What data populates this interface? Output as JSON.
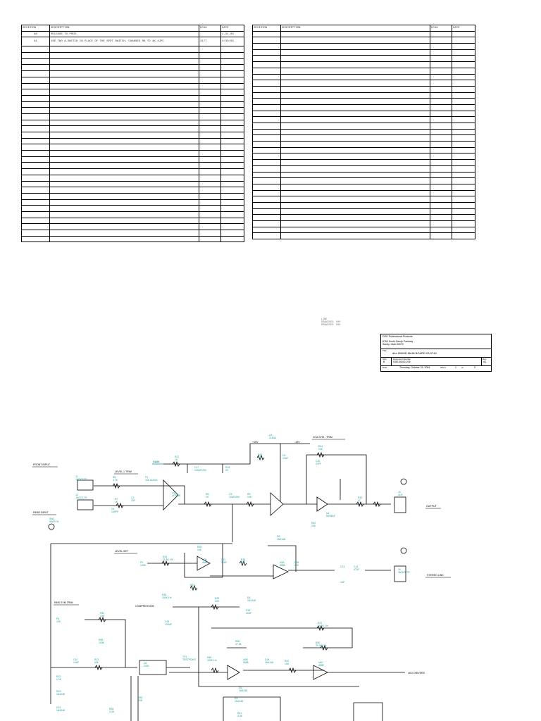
{
  "revision_tables": {
    "headers": [
      "REVISION",
      "DESCRIPTION",
      "ECO#",
      "DATE"
    ],
    "left_rows": [
      {
        "revision": "A0",
        "description": "RELEASE TO PROD.",
        "eco": "",
        "date": "1-31-03"
      },
      {
        "revision": "A1",
        "description": "USE TWO A-SWITCH IN PLACE OF THE SPDT SWITCH, CHANGED R6 TO 4K.4JPC",
        "eco": "2177",
        "date": "4/30/03"
      }
    ],
    "empty_rows": 33
  },
  "lines_note": [
    "LINE",
    "DRAWINGS: 000",
    "DRAWINGS: 000"
  ],
  "title_block": {
    "company": "DOD Professional Products",
    "address_1": "8760 South Sandy Parkway",
    "address_2": "Sandy, Utah 84070",
    "title_label": "Title",
    "title": "dbx 163MD MAIN BOARD  03-0749",
    "size_label": "Size",
    "size": "B",
    "doc_label": "Document Number",
    "doc": "035134042-206",
    "rev_label": "Rev",
    "rev": "A1",
    "date_label": "Date:",
    "date": "Thursday, October 21, 2004",
    "sheet_label": "Sheet",
    "sheet": "1",
    "of": "of",
    "sheet_total": "2"
  },
  "schematic": {
    "section_labels": {
      "input": "FRONT INPUT",
      "rear_input": "REAR INPUT",
      "level_trim": "LEVEL 1 TRIM",
      "level_set": "LEVEL SET",
      "vca_trim": "VCA SYM - TRIM",
      "output": "OUTPUT",
      "output2": "STEREO LINK",
      "rms_trim": "RMS SYM TRIM",
      "compression": "COMPRESSION",
      "led": "LED DRIVERS"
    },
    "gain_label": "GAIN",
    "rails": [
      "+15V",
      "-15V"
    ],
    "parts": {
      "j1": "J1",
      "j1v": "JACKS-TS",
      "j2": "J2",
      "j2v": "JACKS-TS",
      "r6": "R6",
      "r6v": "4.7K",
      "p1": "P1",
      "p1v": "10K AUDIO",
      "r17": "R17",
      "r17v": "1K",
      "c17": "C17",
      "c17v": "100UF/25V",
      "r18": "R18",
      "r18v": "22",
      "u1a": "U1A",
      "u1av": "LF353N",
      "r7": "R7",
      "r7v": "1K",
      "c3": "C3",
      "c3v": "1UF",
      "c4": "C4",
      "c4v": "100PF",
      "r8": "R8",
      "r8v": "1K",
      "c5": "C5",
      "c5v": "10UF/25V",
      "r9": "R9",
      "r9v": "10K",
      "r20": "R20",
      "r20v": "4.7K",
      "c6": "C6",
      "c6v": "10UF",
      "u3": "U3",
      "u3v": "2150A",
      "r44": "R44",
      "r44v": "20K",
      "c20": "C20",
      "c20v": "47PF",
      "u4": "U4",
      "u4v": "NE5534",
      "r43": "R43",
      "r43v": "47",
      "r42": "R42",
      "r42v": "20K",
      "sw1": "SW1",
      "sw1v": "SWITCH",
      "j3": "J3",
      "j3v": "XLR",
      "r24": "R24",
      "r24v": "21.5K 1%",
      "r25": "R25",
      "r25v": "10K",
      "u2b": "U2B",
      "u2bv": "4558",
      "c11": "C11",
      "c11v": "10UF",
      "r34": "R34",
      "r34v": "10K",
      "u5a": "U5A",
      "u5av": "4558",
      "d9": "D9",
      "d9v": "1N4148",
      "r35": "R35",
      "r35v": "100",
      "c13": "C13",
      "c13v": "1UF",
      "c14": "C14",
      "c14v": "47UF",
      "j4": "J4",
      "j4v": "JACKS-TS",
      "p2": "P2",
      "p2v": "100K",
      "r27": "R27",
      "r27v": "10K",
      "r28": "R28",
      "r28v": "100K 1%",
      "r32": "R32",
      "r32v": "10K",
      "d6": "D6",
      "d6v": "1N4148",
      "c15": "C15",
      "c15v": "10UF",
      "r11": "R11",
      "r11v": "20.0K 1%",
      "p4": "P4",
      "p4v": "10K",
      "r51": "R51",
      "r51v": "10K",
      "u6": "U6",
      "u6v": "2252",
      "r55": "R55",
      "r55v": "100K",
      "c19": "C19",
      "c19v": "100UF",
      "r13": "R13",
      "r13v": "33K",
      "c10": "C10",
      "c10v": "10UF",
      "r12": "R12",
      "r12v": "2.2K",
      "d12": "D12",
      "d12v": "1N4148",
      "d13": "D13",
      "d13v": "1N4148",
      "r53": "R53",
      "r53v": "20K",
      "r48": "R48",
      "r48v": "100K 1%",
      "r36": "R36",
      "r36v": "47.5K",
      "u6b": "U6B",
      "u6bv": "4558",
      "d14": "D14",
      "d14v": "1N4148",
      "r40": "R40",
      "r40v": "10K",
      "r50": "R50",
      "r50v": "20.0K 1%",
      "u6c": "U6C",
      "u6cv": "4558",
      "d3": "D3",
      "d3v": "1N4148",
      "d4": "D4",
      "d4v": "1N4148",
      "r41": "R41",
      "r41v": "3.3K",
      "r26": "R26",
      "r26v": "3.3K",
      "tp1": "TP1",
      "tp1v": "TESTPOINT"
    }
  }
}
